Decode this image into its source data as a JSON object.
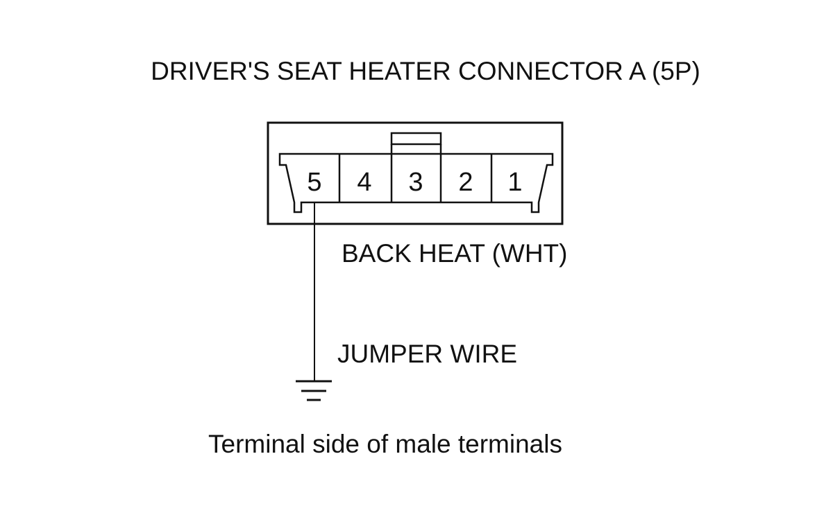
{
  "title": "DRIVER'S SEAT HEATER CONNECTOR A (5P)",
  "connector": {
    "pins": [
      "5",
      "4",
      "3",
      "2",
      "1"
    ]
  },
  "wire_label": "BACK HEAT (WHT)",
  "jumper_label": "JUMPER WIRE",
  "caption": "Terminal side of male terminals"
}
